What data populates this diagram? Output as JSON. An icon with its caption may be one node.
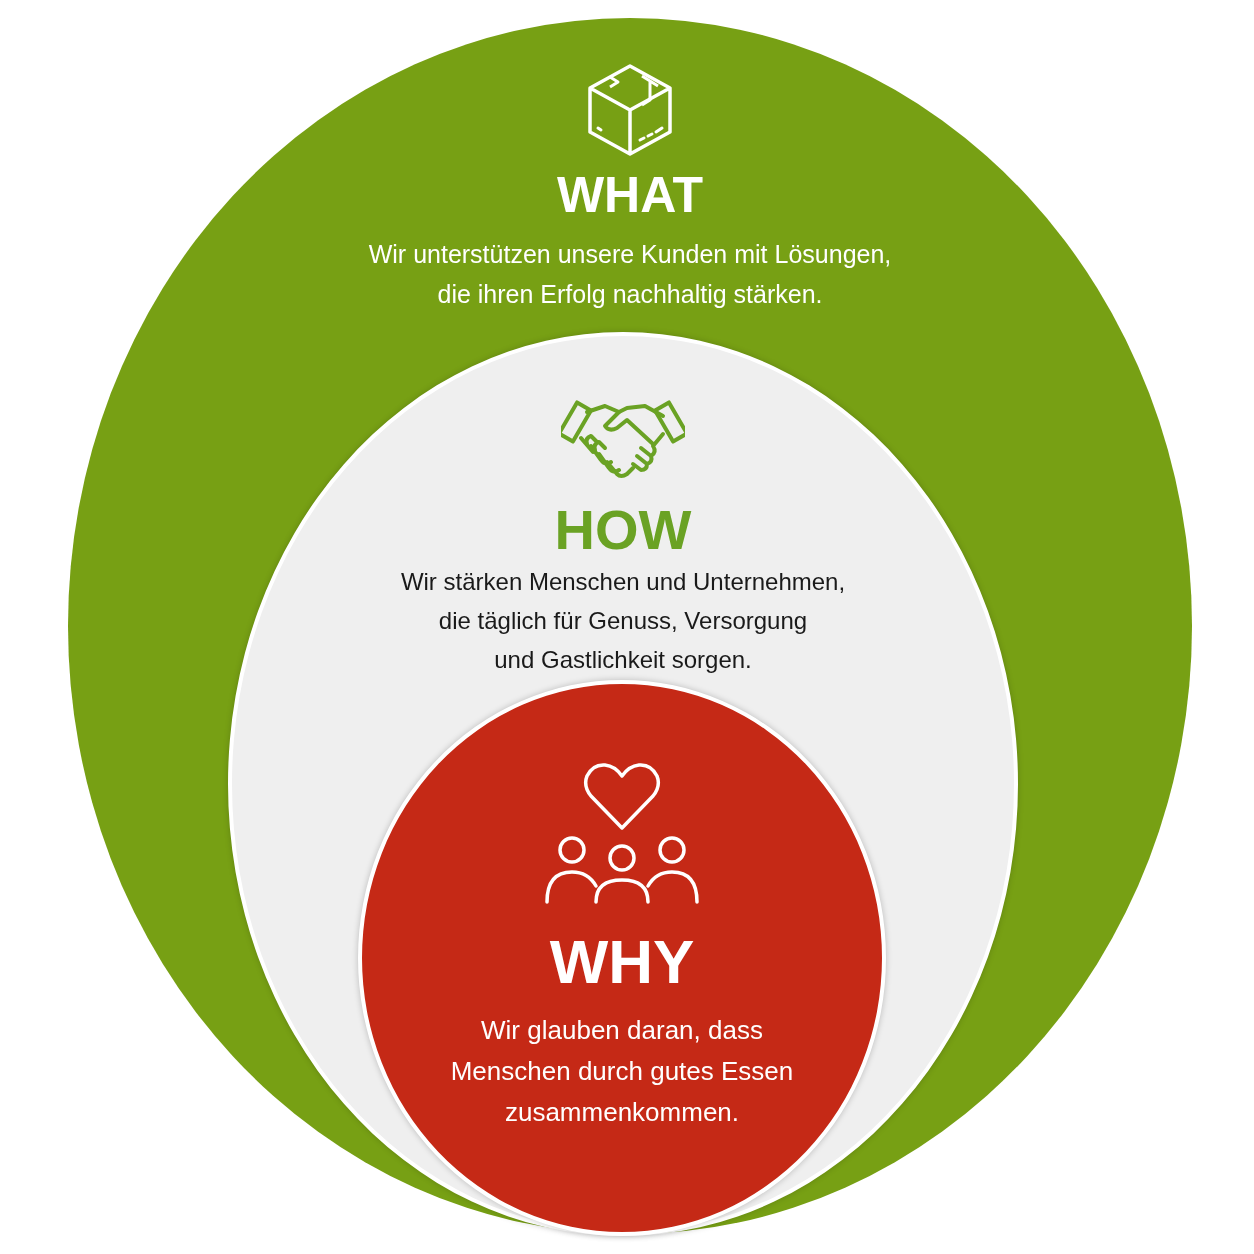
{
  "diagram": {
    "nodes": [
      {
        "text": [
          "WHAT",
          "Wir unterstützen unsere Kunden mit Lösungen, die ihren Erfolg nachhaltig stärken."
        ]
      },
      {
        "text": [
          "HOW",
          "Wir stärken Menschen und Unternehmen, die täglich für Genuss, Versorgung und Gastlichkeit sorgen."
        ],
        "in": 0
      },
      {
        "text": [
          "WHY",
          "Wir glauben daran, dass Menschen durch gutes Essen zusammenkommen."
        ],
        "in": 1
      }
    ]
  }
}
